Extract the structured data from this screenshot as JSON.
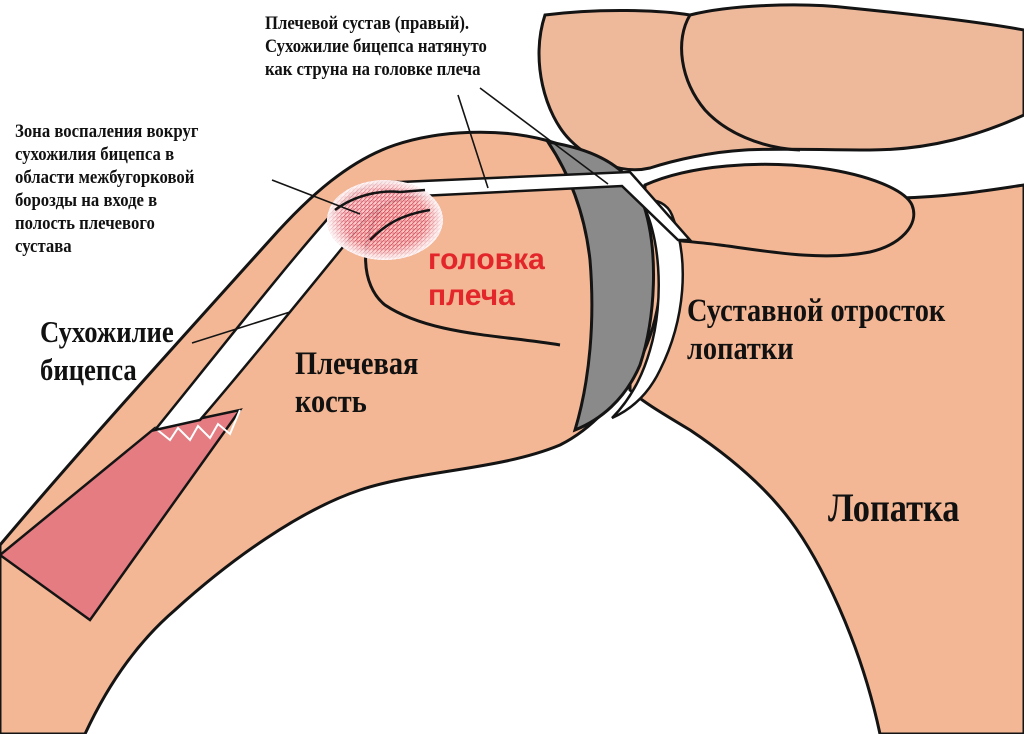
{
  "labels": {
    "joint_note": [
      "Плечевой сустав (правый).",
      "Сухожилие бицепса натянуто",
      "как струна на головке плеча"
    ],
    "inflammation": [
      "Зона воспаления вокруг",
      "сухожилия бицепса в",
      "области межбугорковой",
      "борозды на входе в",
      "полость плечевого",
      "сустава"
    ],
    "tendon": [
      "Сухожилие",
      "бицепса"
    ],
    "head": [
      "головка",
      "плеча"
    ],
    "humerus": [
      "Плечевая",
      "кость"
    ],
    "glenoid": [
      "Суставной отросток",
      "лопатки"
    ],
    "scapula": "Лопатка"
  },
  "colors": {
    "bone": "#f3b795",
    "bone_dark": "#e9a883",
    "outline": "#141414",
    "cartilage": "#8a8a8a",
    "muscle": "#e47c82",
    "inflammation": "#d9324a",
    "accent_text": "#e3262a"
  }
}
